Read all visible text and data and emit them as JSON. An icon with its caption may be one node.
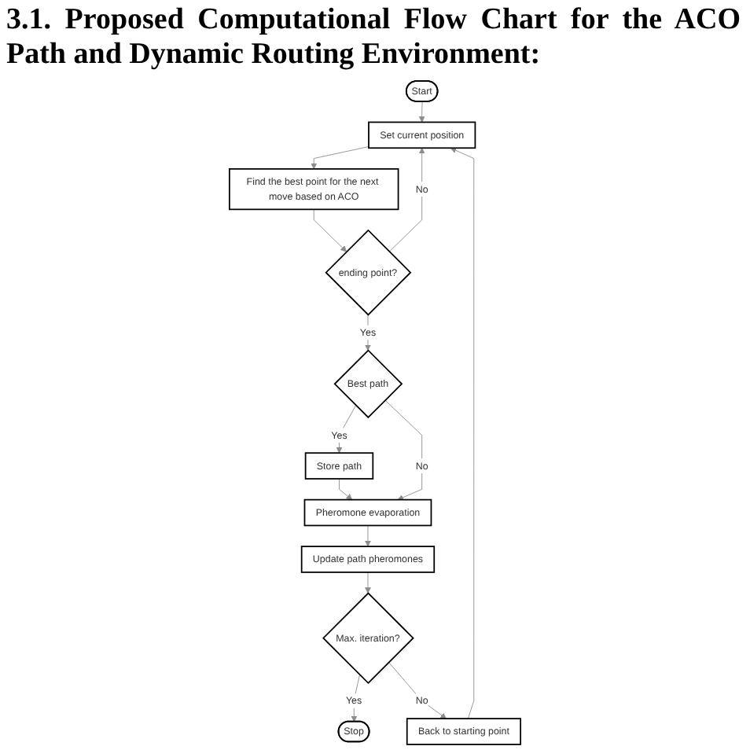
{
  "diagram": {
    "title": "3.1. Proposed Computational Flow Chart for the ACO Path and Dynamic Routing Environment:",
    "nodes": [
      {
        "text": [
          "Start"
        ]
      },
      {
        "text": [
          "Set current position"
        ]
      },
      {
        "text": [
          "Find the best point for the next move based on ACO"
        ]
      },
      {
        "text": [
          "ending point?"
        ]
      },
      {
        "text": [
          "Best path"
        ]
      },
      {
        "text": [
          "Store path"
        ]
      },
      {
        "text": [
          "Pheromone evaporation"
        ]
      },
      {
        "text": [
          "Update path pheromones"
        ]
      },
      {
        "text": [
          "Max. iteration?"
        ]
      },
      {
        "text": [
          "Stop"
        ]
      },
      {
        "text": [
          "Back to starting point"
        ]
      }
    ],
    "edges": [
      {
        "from": 0,
        "to": 1,
        "arrow": "to"
      },
      {
        "from": 1,
        "to": 2,
        "arrow": "to"
      },
      {
        "from": 2,
        "to": 3,
        "arrow": "to"
      },
      {
        "from": 3,
        "to": 1,
        "arrow": "to",
        "label": "No"
      },
      {
        "from": 3,
        "to": 4,
        "arrow": "to",
        "label": "Yes"
      },
      {
        "from": 4,
        "to": 5,
        "arrow": "to",
        "label": "Yes"
      },
      {
        "from": 5,
        "to": 6,
        "arrow": "to"
      },
      {
        "from": 4,
        "to": 6,
        "arrow": "to",
        "label": "No"
      },
      {
        "from": 6,
        "to": 7,
        "arrow": "to"
      },
      {
        "from": 7,
        "to": 8,
        "arrow": "to"
      },
      {
        "from": 8,
        "to": 9,
        "arrow": "to",
        "label": "Yes"
      },
      {
        "from": 8,
        "to": 10,
        "arrow": "to",
        "label": "No"
      },
      {
        "from": 10,
        "to": 1,
        "arrow": "to"
      }
    ]
  }
}
